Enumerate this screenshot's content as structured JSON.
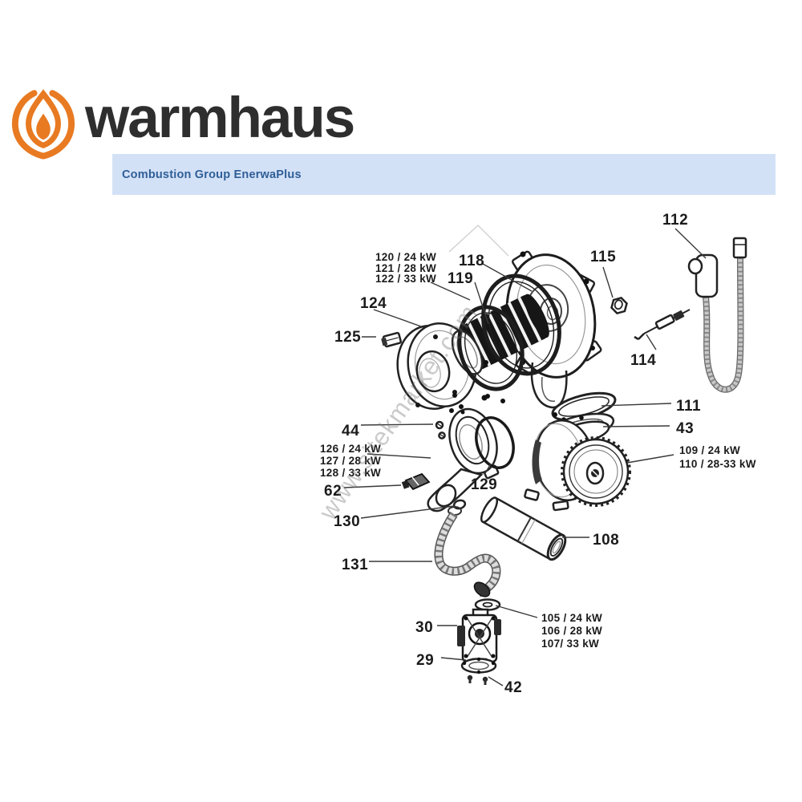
{
  "brand": {
    "name": "warmhaus",
    "logo_color": "#E87A22",
    "text_color": "#2E2E2E"
  },
  "product_bar": {
    "title": "Combustion Group EnerwaPlus",
    "background": "#D3E1F7",
    "text_color": "#2F5E96"
  },
  "watermark": {
    "text": "www.sitekmarket.com"
  },
  "diagram": {
    "labels": {
      "l120": "120 / 24 kW",
      "l121": "121 / 28 kW",
      "l122": "122 / 33 kW",
      "l118": "118",
      "l119": "119",
      "l115": "115",
      "l112": "112",
      "l124": "124",
      "l125": "125",
      "l114": "114",
      "l111": "111",
      "l43": "43",
      "l109": "109 / 24 kW",
      "l110": "110 / 28-33 kW",
      "l44": "44",
      "l126": "126 / 24 kW",
      "l127": "127 / 28 kW",
      "l128": "128 / 33 kW",
      "l62": "62",
      "l129": "129",
      "l130": "130",
      "l131": "131",
      "l108": "108",
      "l30": "30",
      "l105": "105 / 24 kW",
      "l106": "106 / 28 kW",
      "l107": "107/ 33 kW",
      "l29": "29",
      "l42": "42"
    }
  }
}
